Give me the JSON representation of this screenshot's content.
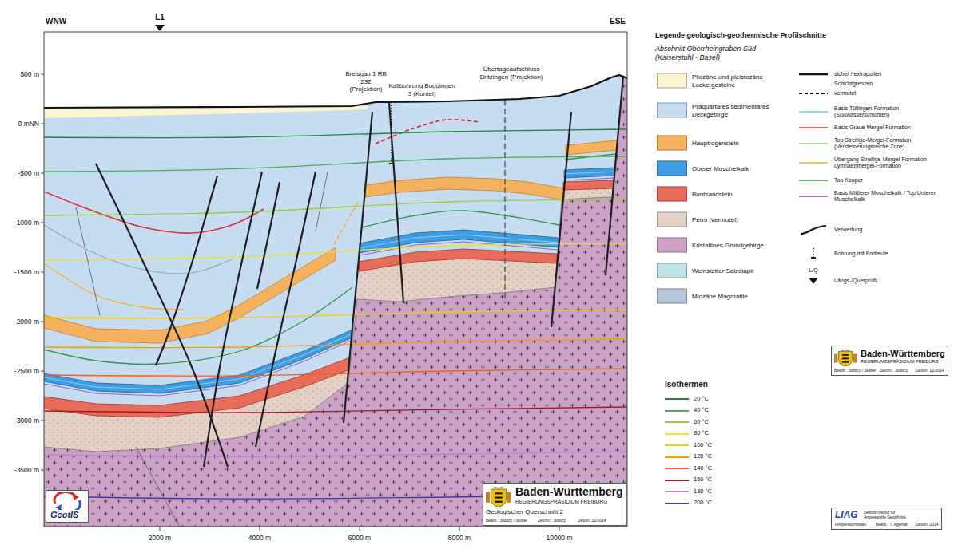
{
  "diagram": {
    "nodes": [
      {
        "text": [
          "Baden-Württemberg",
          "REGIERUNGSPRÄSIDIUM FREIBURG",
          "Geologischer Querschnitt 2",
          "Bearb.: Jodocy / Stober",
          "Zeichn.: Jodocy",
          "Datum: 12/2024"
        ]
      },
      {
        "text": [
          "GeotIS"
        ]
      },
      {
        "text": [
          "Baden-Württemberg",
          "REGIERUNGSPRÄSIDIUM FREIBURG",
          "Bearb.: Jodocy / Stober",
          "Zeichn.: Jodocy",
          "Datum: 12/2024"
        ]
      },
      {
        "text": [
          "LIAG",
          "Leibniz-Institut für Angewandte Geophysik",
          "Temperaturmodell",
          "Bearb.: T. Agemar",
          "Datum: 2014"
        ]
      }
    ],
    "labels": [
      "WNW",
      "L1",
      "ESE",
      "500 m",
      "0 mNN",
      "-500 m",
      "-1000 m",
      "-1500 m",
      "-2000 m",
      "-2500 m",
      "-3000 m",
      "-3500 m",
      "2000 m",
      "4000 m",
      "6000 m",
      "8000 m",
      "10000 m",
      "Breisgau 1 RB 232 (Projektion)",
      "Kalibohrung Buggingen 3 (Kuntel)",
      "Übertageaufschluss Britzingen (Projektion)",
      "Legende geologisch-geothermische Profilschnitte",
      "Abschnitt Oberrheingraben Süd (Kaiserstuhl - Basel)",
      "Schichtgrenzen",
      "L/Q",
      "Isothermen"
    ],
    "legend": [
      {
        "text": "Pliozäne und pleistozäne Lockergesteine",
        "color": "#fcf4d2"
      },
      {
        "text": "Präquartäres sedimentäres Deckgebirge",
        "color": "#c6ddf1"
      },
      {
        "text": "Hauptrogenstein",
        "color": "#f5b25e"
      },
      {
        "text": "Oberer Muschelkalk",
        "color": "#3d9de0"
      },
      {
        "text": "Buntsandstein",
        "color": "#e86c5a"
      },
      {
        "text": "Perm (vermutet)",
        "color": "#e4d1c6"
      },
      {
        "text": "Kristallines Grundgebirge",
        "color": "#cba2c6"
      },
      {
        "text": "Weinstetter Salzdiapir",
        "color": "#bfe3e6"
      },
      {
        "text": "Miozäne Magmatite",
        "color": "#b7c6da"
      },
      {
        "text": "sicher / extrapoliert"
      },
      {
        "text": "vermutet"
      },
      {
        "text": "Basis Tüllingen-Formation (Süßwasserschichten)"
      },
      {
        "text": "Basis Graue Mergel-Formation"
      },
      {
        "text": "Top Streifige-Mergel-Formation (Versteinerungsreiche Zone)"
      },
      {
        "text": "Übergang Streifige-Mergel-Formation Lymnäenmergel-Formation"
      },
      {
        "text": "Top Keuper"
      },
      {
        "text": "Basis Mittlerer Muschelkalk / Top Unterer Muschelkalk"
      },
      {
        "text": "Verwerfung"
      },
      {
        "text": "Bohrung mit Endteufe"
      },
      {
        "text": "Längs-/Querprofil"
      },
      {
        "text": "20 °C"
      },
      {
        "text": "40 °C"
      },
      {
        "text": "60 °C"
      },
      {
        "text": "80 °C"
      },
      {
        "text": "100 °C"
      },
      {
        "text": "120 °C"
      },
      {
        "text": "140 °C"
      },
      {
        "text": "160 °C"
      },
      {
        "text": "180 °C"
      },
      {
        "text": "200 °C"
      }
    ]
  }
}
